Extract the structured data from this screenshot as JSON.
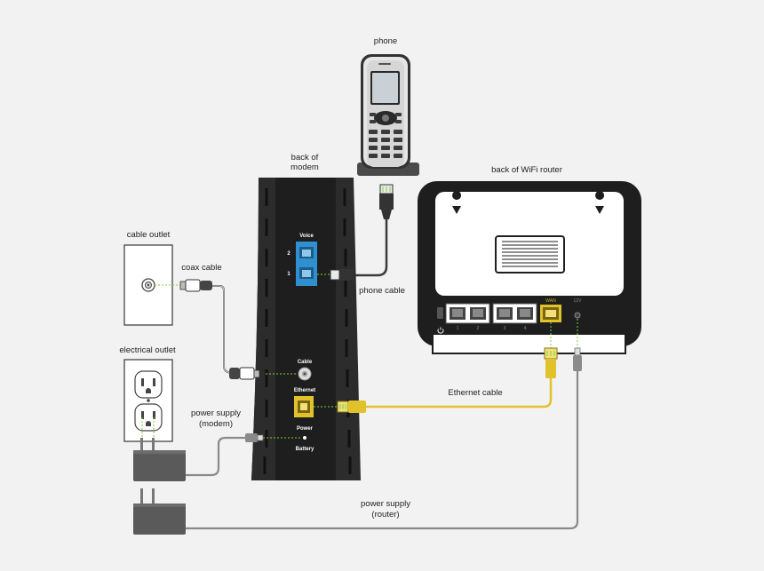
{
  "labels": {
    "phone": "phone",
    "back_of_modem_line1": "back of",
    "back_of_modem_line2": "modem",
    "back_of_router": "back of WiFi router",
    "cable_outlet": "cable outlet",
    "coax_cable": "coax cable",
    "electrical_outlet": "electrical outlet",
    "phone_cable": "phone cable",
    "ethernet_cable": "Ethernet cable",
    "power_supply_modem_line1": "power supply",
    "power_supply_modem_line2": "(modem)",
    "power_supply_router_line1": "power supply",
    "power_supply_router_line2": "(router)"
  },
  "modem_ports": {
    "voice": "Voice",
    "port_2": "2",
    "port_1": "1",
    "cable": "Cable",
    "ethernet": "Ethernet",
    "power": "Power",
    "battery": "Battery"
  },
  "router_ports": {
    "lan_1": "1",
    "lan_2": "2",
    "lan_3": "3",
    "lan_4": "4",
    "wan": "WAN",
    "power": "12V"
  },
  "colors": {
    "background": "#f2f2f2",
    "device": "#1e1e1e",
    "voice_port": "#2f8fcf",
    "ethernet": "#e2c22a",
    "cable_gray": "#8a8a8a",
    "highlight_green": "#7fd13b"
  }
}
